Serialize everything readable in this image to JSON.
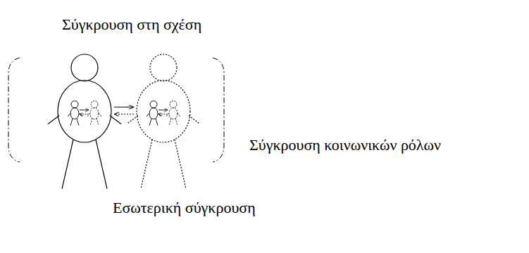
{
  "diagram": {
    "labels": [
      "Σύγκρουση στη σχέση",
      "Σύγκρουση κοινωνικών ρόλων",
      "Εσωτερική σύγκρουση"
    ]
  }
}
